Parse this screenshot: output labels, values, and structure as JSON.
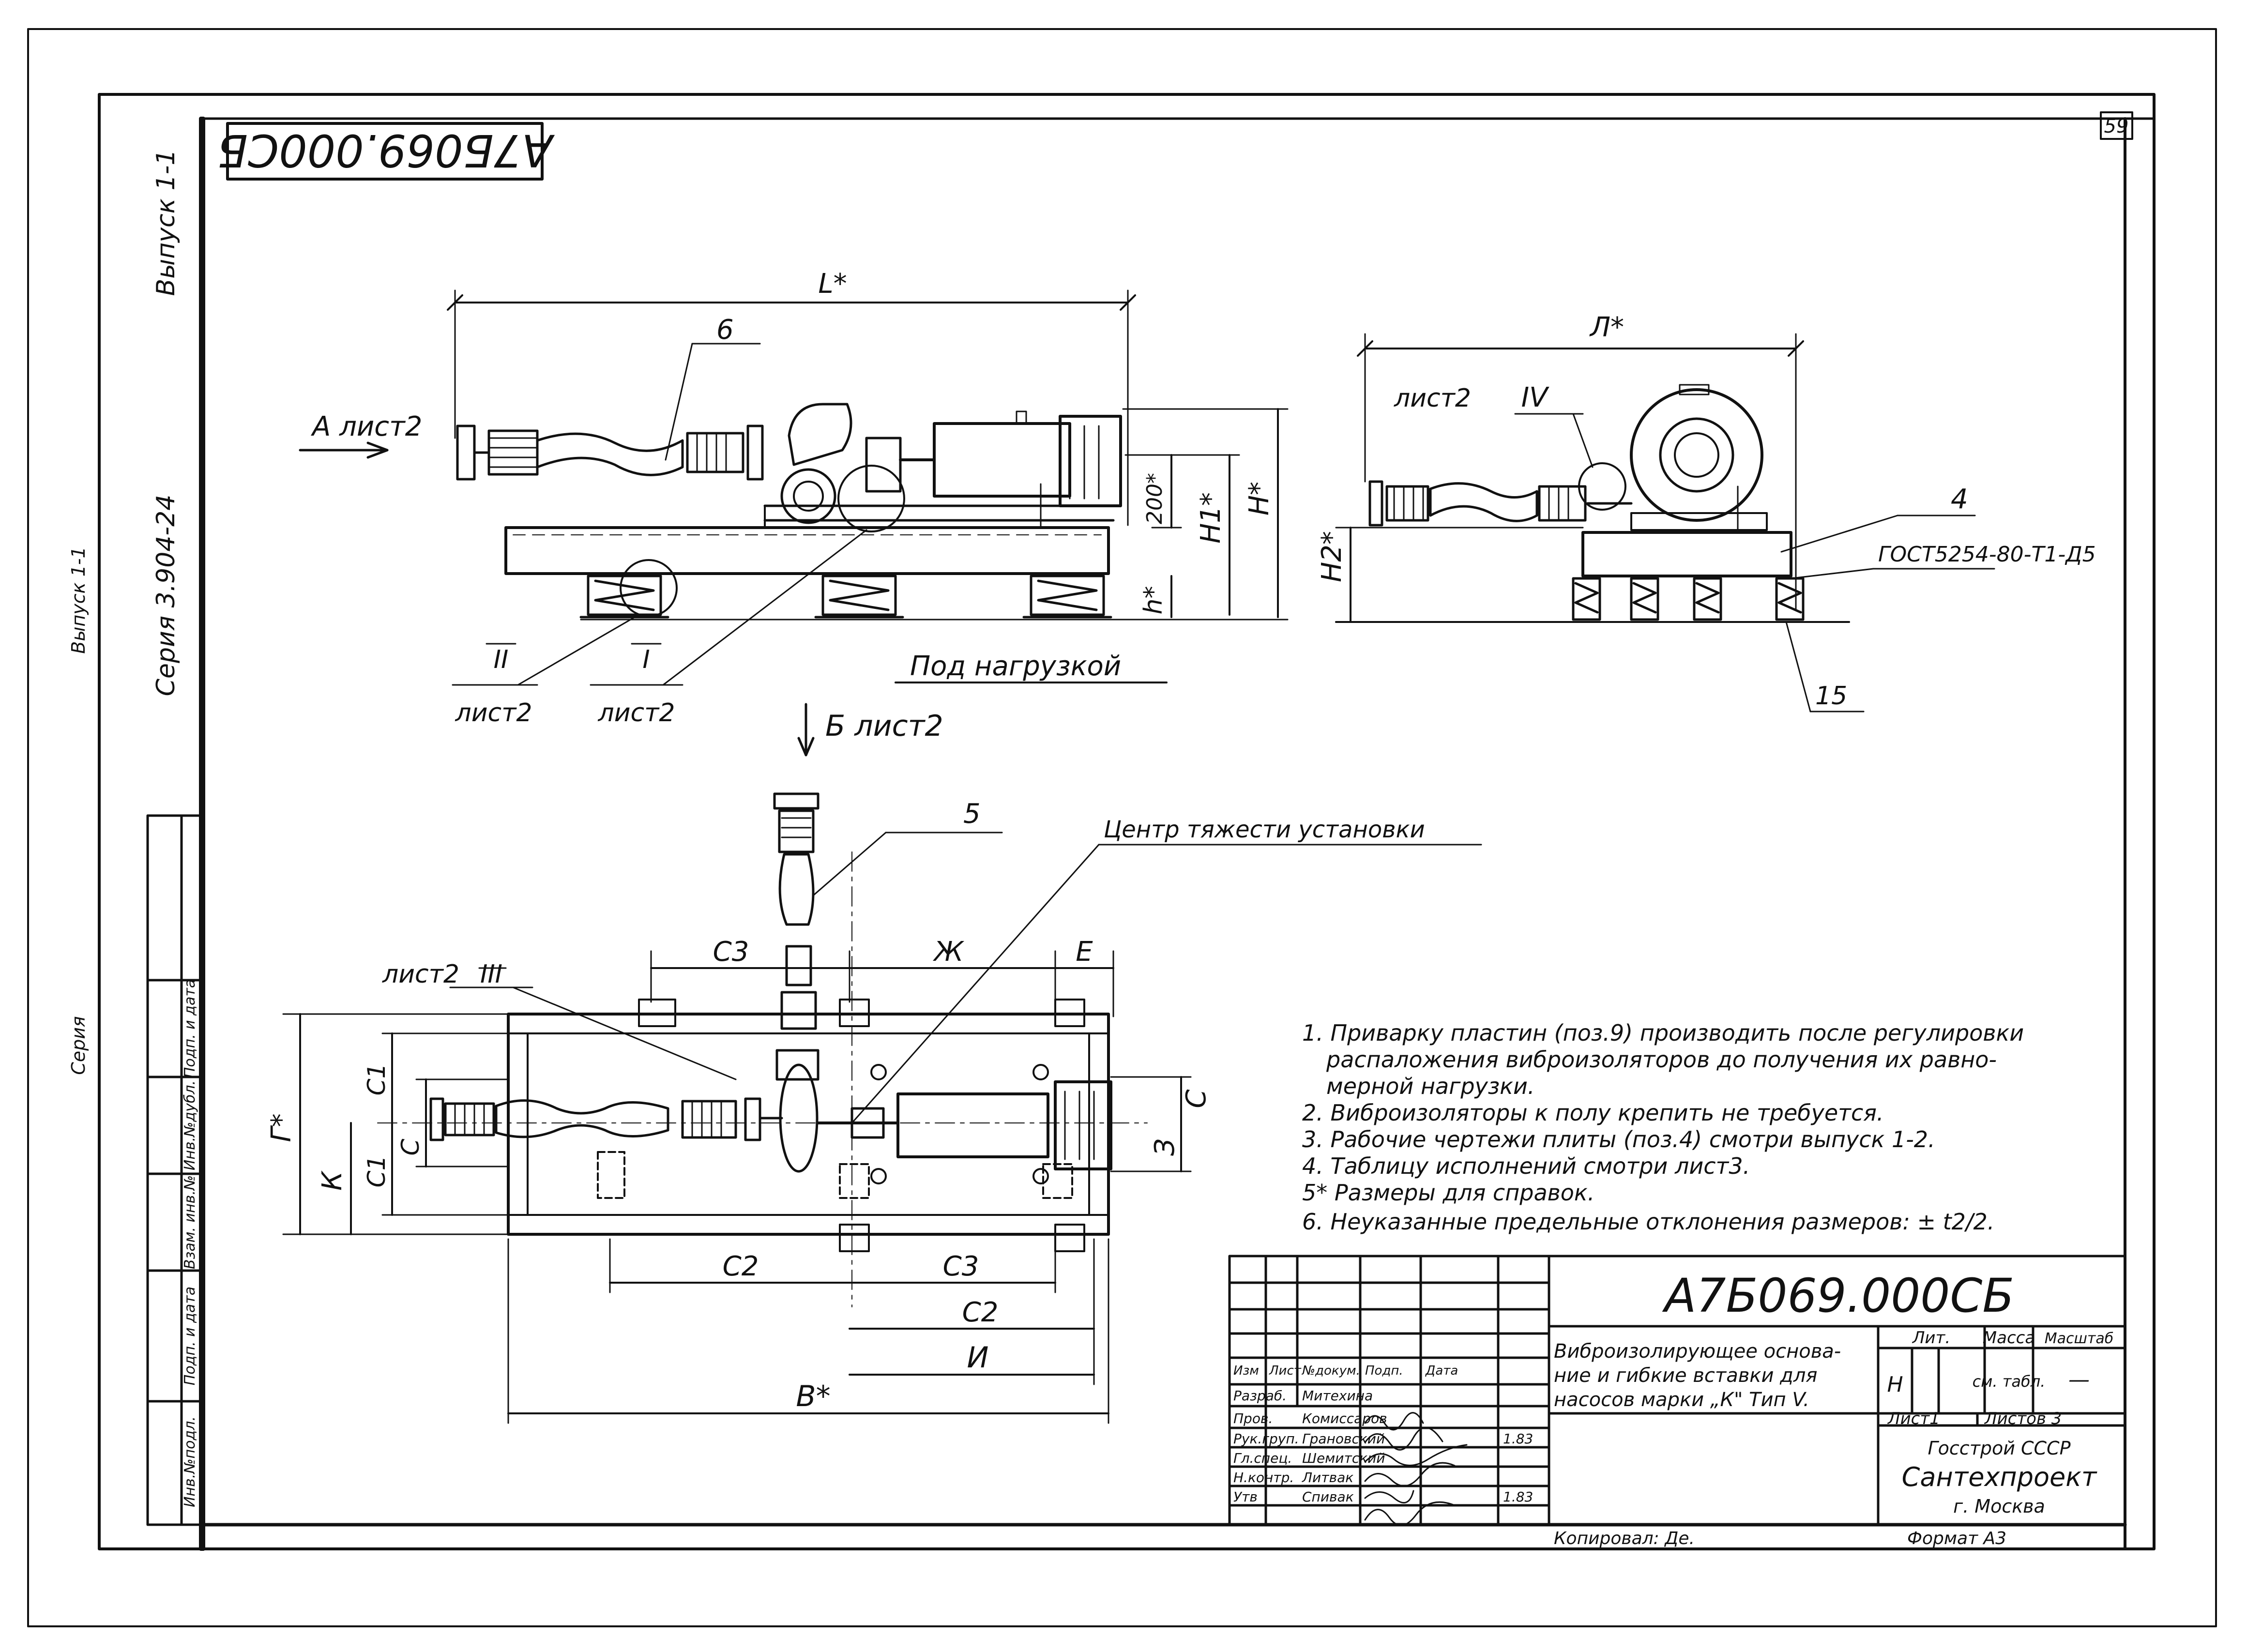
{
  "stamp": {
    "code": "А7Б069.000СБ",
    "sheet_no": "59"
  },
  "margin": {
    "series": "Серия 3.904-24",
    "issue": "Выпуск 1-1",
    "outer_issue": "Выпуск 1-1",
    "outer_series": "Серия"
  },
  "side_table": [
    "Инв.№подл.",
    "Подп. и дата",
    "Взам. инв.№",
    "Инв.№дубл.",
    "Подп. и дата"
  ],
  "views": {
    "front": {
      "dim_L": "L*",
      "dim_200": "200*",
      "dim_H1": "H1*",
      "dim_H": "H*",
      "dim_h": "h*",
      "arrow_A": "А лист2",
      "pos6": "6",
      "callout_II_num": "II",
      "callout_II_sheet": "лист2",
      "callout_I_num": "I",
      "callout_I_sheet": "лист2",
      "load_note": "Под нагрузкой",
      "arrow_B": "Б лист2"
    },
    "side": {
      "dim_L": "Л*",
      "callout_IV_sheet": "лист2",
      "callout_IV_num": "IV",
      "dim_H2": "H2*",
      "pos4": "4",
      "gost": "ГОСТ5254-80-Т1-Д5",
      "pos15": "15"
    },
    "plan": {
      "pos5": "5",
      "cg_label": "Центр тяжести установки",
      "callout_III_sheet": "лист2",
      "callout_III_num": "III",
      "dim_C3_top": "С3",
      "dim_Zh": "Ж",
      "dim_E": "Е",
      "dim_G": "Г*",
      "dim_K": "К",
      "dim_C1_top": "С1",
      "dim_C1_bot": "С1",
      "dim_C_left": "С",
      "dim_C_right": "С",
      "dim_Z": "З",
      "dim_C2_a": "С2",
      "dim_C3_b": "С3",
      "dim_C2_b": "С2",
      "dim_I": "И",
      "dim_B": "В*"
    }
  },
  "notes": [
    "1. Приварку пластин (поз.9) производить после регулировки",
    "распаложения виброизоляторов до получения их равно-",
    "мерной нагрузки.",
    "2. Виброизоляторы к полу крепить не требуется.",
    "3. Рабочие чертежи плиты (поз.4) смотри выпуск 1-2.",
    "4. Таблицу исполнений смотри лист3.",
    "5* Размеры для справок.",
    "6. Неуказанные предельные отклонения размеров: ± t2/2."
  ],
  "title_block": {
    "doc_code": "А7Б069.000СБ",
    "header_row": [
      "Изм",
      "Лист",
      "№докум.",
      "Подп.",
      "Дата"
    ],
    "roles": [
      {
        "role": "Разраб.",
        "name": "Митехина",
        "date": ""
      },
      {
        "role": "Пров.",
        "name": "Комиссаров",
        "date": ""
      },
      {
        "role": "Рук.груп.",
        "name": "Грановский",
        "date": "1.83"
      },
      {
        "role": "Гл.спец.",
        "name": "Шемитский",
        "date": ""
      },
      {
        "role": "Н.контр.",
        "name": "Литвак",
        "date": ""
      },
      {
        "role": "Утв",
        "name": "Спивак",
        "date": "1.83"
      }
    ],
    "title_lines": [
      "Виброизолирующее основа-",
      "ние и гибкие вставки для",
      "насосов марки „К\" Тип V."
    ],
    "lit_header": "Лит.",
    "mass_header": "Масса",
    "scale_header": "Масштаб",
    "lit_value": "Н",
    "mass_value": "см. табл.",
    "scale_value": "—",
    "sheet": "Лист1",
    "sheets": "Листов 3",
    "org_line1": "Госстрой СССР",
    "org_line2": "Сантехпроект",
    "org_line3": "г. Москва",
    "copied": "Копировал: Де.",
    "format": "Формат А3"
  }
}
